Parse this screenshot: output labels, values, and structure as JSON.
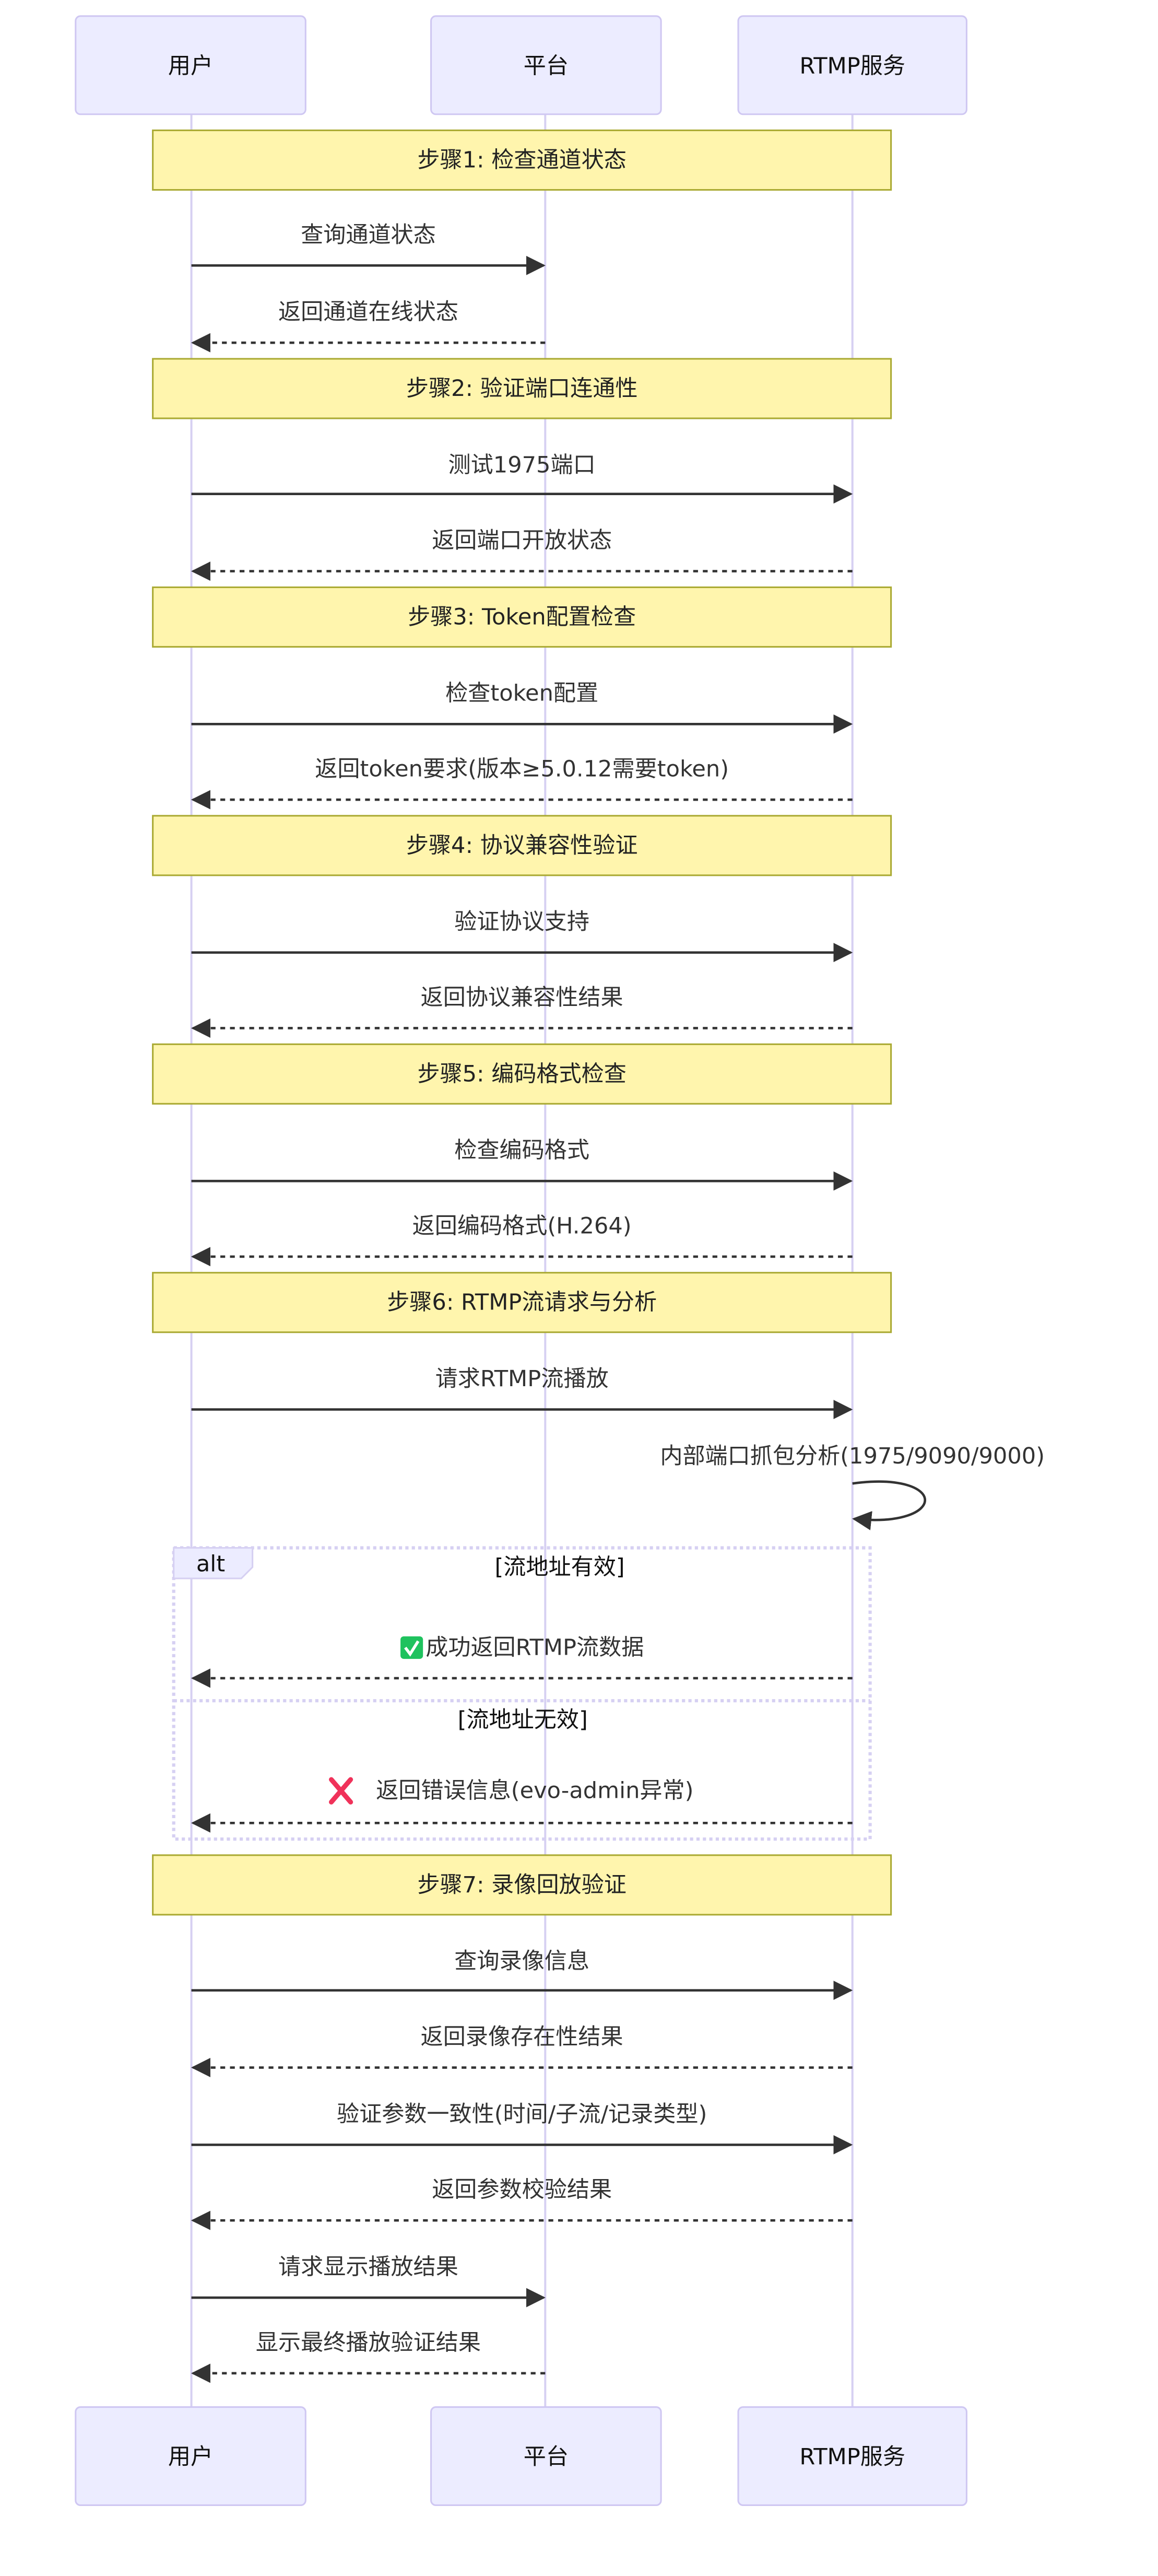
{
  "actors": [
    "用户",
    "平台",
    "RTMP服务"
  ],
  "notes": [
    "步骤1: 检查通道状态",
    "步骤2: 验证端口连通性",
    "步骤3: Token配置检查",
    "步骤4: 协议兼容性验证",
    "步骤5: 编码格式检查",
    "步骤6: RTMP流请求与分析",
    "步骤7: 录像回放验证"
  ],
  "messages": [
    {
      "from": 0,
      "to": 1,
      "type": "solid",
      "text": "查询通道状态"
    },
    {
      "from": 1,
      "to": 0,
      "type": "dotted",
      "text": "返回通道在线状态"
    },
    {
      "from": 0,
      "to": 2,
      "type": "solid",
      "text": "测试1975端口"
    },
    {
      "from": 2,
      "to": 0,
      "type": "dotted",
      "text": "返回端口开放状态"
    },
    {
      "from": 0,
      "to": 2,
      "type": "solid",
      "text": "检查token配置"
    },
    {
      "from": 2,
      "to": 0,
      "type": "dotted",
      "text": "返回token要求(版本≥5.0.12需要token)"
    },
    {
      "from": 0,
      "to": 2,
      "type": "solid",
      "text": "验证协议支持"
    },
    {
      "from": 2,
      "to": 0,
      "type": "dotted",
      "text": "返回协议兼容性结果"
    },
    {
      "from": 0,
      "to": 2,
      "type": "solid",
      "text": "检查编码格式"
    },
    {
      "from": 2,
      "to": 0,
      "type": "dotted",
      "text": "返回编码格式(H.264)"
    },
    {
      "from": 0,
      "to": 2,
      "type": "solid",
      "text": "请求RTMP流播放"
    },
    {
      "from": 2,
      "to": 2,
      "type": "self",
      "text": "内部端口抓包分析(1975/9090/9000)"
    },
    {
      "from": 2,
      "to": 0,
      "type": "dotted",
      "text": "成功返回RTMP流数据",
      "icon": "check-icon"
    },
    {
      "from": 2,
      "to": 0,
      "type": "dotted",
      "text": "返回错误信息(evo-admin异常)",
      "icon": "cross-icon"
    },
    {
      "from": 0,
      "to": 2,
      "type": "solid",
      "text": "查询录像信息"
    },
    {
      "from": 2,
      "to": 0,
      "type": "dotted",
      "text": "返回录像存在性结果"
    },
    {
      "from": 0,
      "to": 2,
      "type": "solid",
      "text": "验证参数一致性(时间/子流/记录类型)"
    },
    {
      "from": 2,
      "to": 0,
      "type": "dotted",
      "text": "返回参数校验结果"
    },
    {
      "from": 0,
      "to": 1,
      "type": "solid",
      "text": "请求显示播放结果"
    },
    {
      "from": 1,
      "to": 0,
      "type": "dotted",
      "text": "显示最终播放验证结果"
    }
  ],
  "alt": {
    "label": "alt",
    "conditions": [
      "[流地址有效]",
      "[流地址无效]"
    ]
  },
  "colors": {
    "actor_fill": "#ececff",
    "note_fill": "#fff5ad",
    "check": "#1fc25e",
    "cross": "#f0325a"
  }
}
